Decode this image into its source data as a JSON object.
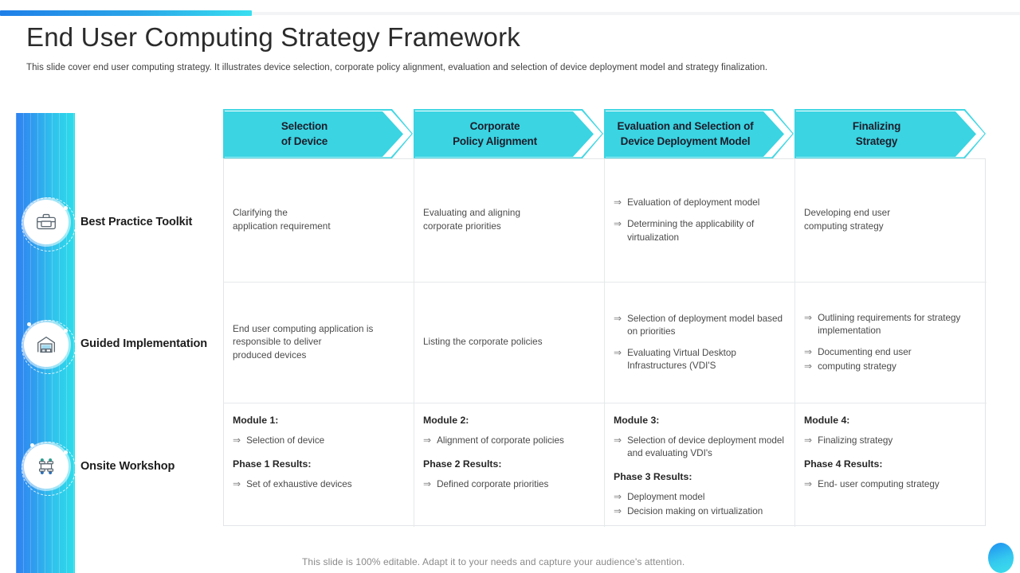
{
  "header": {
    "title": "End User Computing Strategy Framework",
    "subtitle": "This slide cover end user computing strategy. It illustrates device selection, corporate policy alignment, evaluation and selection of device deployment model and strategy finalization.",
    "accent_start": "#1f7fe8",
    "accent_end": "#38dff0"
  },
  "theme": {
    "arrow_fill": "#3ad4e2",
    "rail_gradient_start": "#2f82f0",
    "rail_gradient_end": "#2edcea",
    "bullet_glyph": "⇒"
  },
  "columns": [
    {
      "line1": "Selection",
      "line2": "of Device"
    },
    {
      "line1": "Corporate",
      "line2": "Policy Alignment"
    },
    {
      "line1": "Evaluation and Selection of",
      "line2": "Device Deployment Model"
    },
    {
      "line1": "Finalizing",
      "line2": "Strategy"
    }
  ],
  "rows": [
    {
      "label": "Best Practice Toolkit",
      "icon": "toolbox-icon"
    },
    {
      "label": "Guided Implementation",
      "icon": "warehouse-icon"
    },
    {
      "label": "Onsite Workshop",
      "icon": "meeting-table-icon"
    }
  ],
  "cells": {
    "r1c1": {
      "type": "plain",
      "lines": [
        "Clarifying the",
        "application requirement"
      ]
    },
    "r1c2": {
      "type": "plain",
      "lines": [
        "Evaluating and aligning",
        "corporate priorities"
      ]
    },
    "r1c3": {
      "type": "bullets",
      "items": [
        "Evaluation of deployment model",
        "Determining the applicability of virtualization"
      ]
    },
    "r1c4": {
      "type": "plain",
      "lines": [
        "Developing end user",
        "computing strategy"
      ]
    },
    "r2c1": {
      "type": "plain",
      "lines": [
        "End user computing application is",
        "responsible to deliver",
        "produced devices"
      ]
    },
    "r2c2": {
      "type": "plain",
      "lines": [
        "Listing the corporate policies"
      ]
    },
    "r2c3": {
      "type": "bullets",
      "items": [
        "Selection of deployment model based on priorities",
        "Evaluating Virtual Desktop Infrastructures (VDI'S"
      ]
    },
    "r2c4": {
      "type": "bullets_mixed",
      "items": [
        "Outlining requirements for strategy implementation"
      ],
      "tight_items": [
        "Documenting end user",
        "computing strategy"
      ]
    },
    "r3c1": {
      "module_label": "Module 1:",
      "module_items": [
        "Selection of device"
      ],
      "phase_label": "Phase 1 Results:",
      "phase_items": [
        "Set of exhaustive devices"
      ]
    },
    "r3c2": {
      "module_label": "Module 2:",
      "module_items": [
        "Alignment of corporate policies"
      ],
      "phase_label": "Phase 2 Results:",
      "phase_items": [
        "Defined corporate priorities"
      ]
    },
    "r3c3": {
      "module_label": "Module 3:",
      "module_items": [
        "Selection of device deployment model and evaluating VDI's"
      ],
      "phase_label": "Phase 3 Results:",
      "phase_items": [
        "Deployment model",
        "Decision making on virtualization"
      ]
    },
    "r3c4": {
      "module_label": "Module 4:",
      "module_items": [
        "Finalizing strategy"
      ],
      "phase_label": "Phase 4 Results:",
      "phase_items": [
        "End- user computing  strategy"
      ]
    }
  },
  "footer": {
    "note": "This slide is 100% editable. Adapt it to your needs and capture your audience's attention."
  }
}
